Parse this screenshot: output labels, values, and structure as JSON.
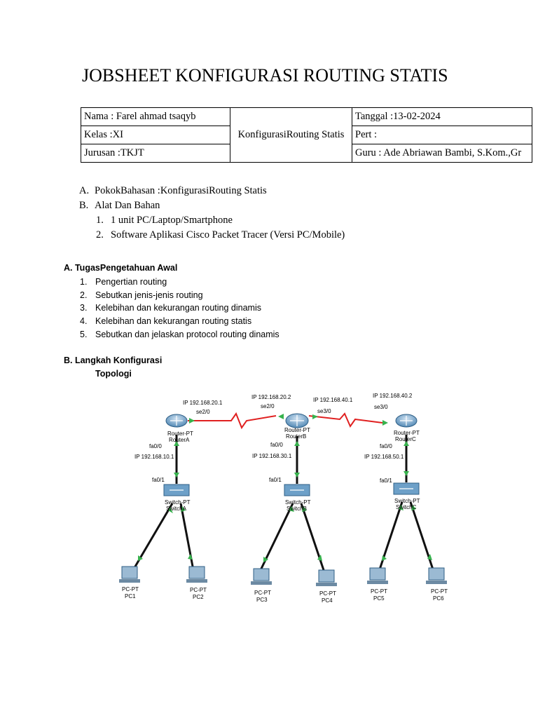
{
  "title": "JOBSHEET KONFIGURASI ROUTING STATIS",
  "info": {
    "nama": "Nama : Farel ahmad tsaqyb",
    "kelas": "Kelas :XI",
    "jurusan": "Jurusan :TKJT",
    "topic": "KonfigurasiRouting Statis",
    "tanggal": "Tanggal :13-02-2024",
    "pert": "Pert :",
    "guru": "Guru : Ade Abriawan Bambi, S.Kom.,Gr"
  },
  "section_top": {
    "a_marker": "A.",
    "a_text": "PokokBahasan :KonfigurasiRouting Statis",
    "b_marker": "B.",
    "b_text": "Alat Dan Bahan",
    "items": [
      {
        "num": "1.",
        "text": "1 unit PC/Laptop/Smartphone"
      },
      {
        "num": "2.",
        "text": "Software Aplikasi Cisco Packet Tracer (Versi PC/Mobile)"
      }
    ]
  },
  "tugas": {
    "heading": "A.  TugasPengetahuan Awal",
    "items": [
      {
        "num": "1.",
        "text": "Pengertian routing"
      },
      {
        "num": "2.",
        "text": "Sebutkan jenis-jenis routing"
      },
      {
        "num": "3.",
        "text": "Kelebihan dan kekurangan routing dinamis"
      },
      {
        "num": "4.",
        "text": "Kelebihan dan kekurangan routing statis"
      },
      {
        "num": "5.",
        "text": "Sebutkan dan jelaskan protocol routing dinamis"
      }
    ]
  },
  "langkah": {
    "heading": "B.  Langkah Konfigurasi",
    "sub": "Topologi"
  },
  "topology": {
    "link_color": "#e02020",
    "cable_color": "#111111",
    "indicator_color": "#37b24d",
    "device_color": "#3f7fb0",
    "routers": [
      {
        "type": "Router-PT",
        "name": "RouterA"
      },
      {
        "type": "Router-PT",
        "name": "RouterB"
      },
      {
        "type": "Router-PT",
        "name": "RouterC"
      }
    ],
    "switches": [
      {
        "type": "Switch-PT",
        "name": "SwitchA"
      },
      {
        "type": "Switch-PT",
        "name": "SwitchB"
      },
      {
        "type": "Switch-PT",
        "name": "SwitchC"
      }
    ],
    "pcs": [
      {
        "type": "PC-PT",
        "name": "PC1"
      },
      {
        "type": "PC-PT",
        "name": "PC2"
      },
      {
        "type": "PC-PT",
        "name": "PC3"
      },
      {
        "type": "PC-PT",
        "name": "PC4"
      },
      {
        "type": "PC-PT",
        "name": "PC5"
      },
      {
        "type": "PC-PT",
        "name": "PC6"
      }
    ],
    "labels": {
      "ra_ip": "IP 192.168.20.1",
      "ra_se": "se2/0",
      "rb_ip_left": "IP 192.168.20.2",
      "rb_se_left": "se2/0",
      "rb_ip_right": "IP 192.168.40.1",
      "rb_se_right": "se3/0",
      "rc_ip": "IP 192.168.40.2",
      "rc_se": "se3/0",
      "ra_fa00": "fa0/0",
      "ra_lan_ip": "IP 192.168.10.1",
      "rb_fa00": "fa0/0",
      "rb_lan_ip": "IP 192.168.30.1",
      "rc_fa00": "fa0/0",
      "rc_lan_ip": "IP 192.168.50.1",
      "sa_fa01": "fa0/1",
      "sb_fa01": "fa0/1",
      "sc_fa01": "fa0/1"
    }
  }
}
